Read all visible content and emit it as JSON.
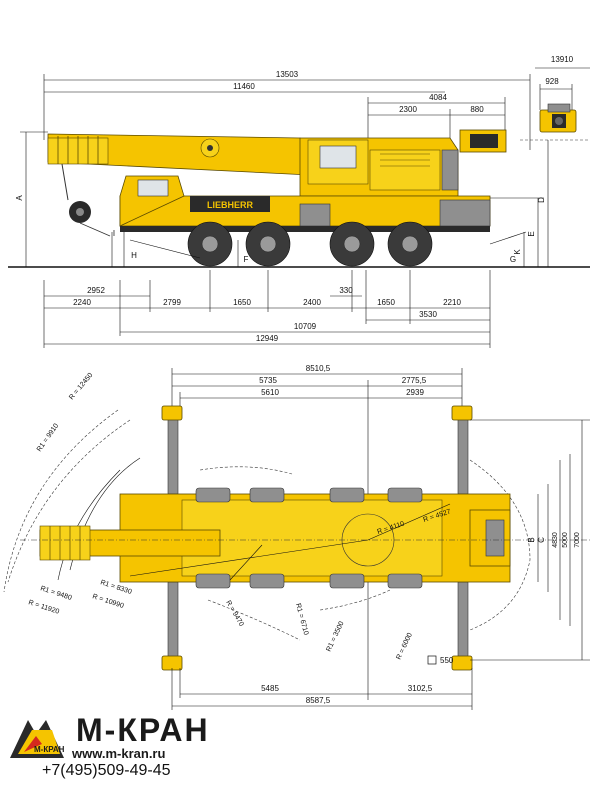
{
  "side_view": {
    "top_dims": [
      "13503",
      "11460",
      "4084",
      "2300",
      "880",
      "13910",
      "928"
    ],
    "letters": [
      "A",
      "D",
      "E",
      "K",
      "G",
      "H",
      "I",
      "F"
    ],
    "bottom_dims": {
      "row1": [
        "2952",
        "330"
      ],
      "row2": [
        "2240",
        "2799",
        "1650",
        "2400",
        "1650",
        "2210"
      ],
      "row3": [
        "3530"
      ],
      "row4": [
        "10709"
      ],
      "row5": [
        "12949"
      ]
    },
    "brand_on_crane": "LIEBHERR"
  },
  "top_view": {
    "top_dims": [
      "8510,5",
      "5735",
      "2775,5",
      "5610",
      "2939"
    ],
    "bottom_dims": [
      "5485",
      "3102,5",
      "8587,5"
    ],
    "right_dims": [
      "4830",
      "5000",
      "7000"
    ],
    "right_letters": [
      "B",
      "C"
    ],
    "radii": {
      "r1_9910": "R1 = 9910",
      "r_12450": "R = 12450",
      "r1_9480": "R1 = 9480",
      "r_11920": "R = 11920",
      "r1_8330": "R1 = 8330",
      "r_10990": "R = 10990",
      "r_9470": "R = 9470",
      "r1_6710": "R1 = 6710",
      "r1_3500": "R1 = 3500",
      "r_6000": "R = 6000",
      "r_4110": "R = 4110",
      "r_4527": "R = 4527"
    },
    "pad": "550"
  },
  "company": {
    "name": "М-КРАН",
    "url": "www.m-kran.ru",
    "phone": "+7(495)509-49-45",
    "logo_letters": "М-КРАН"
  },
  "colors": {
    "crane_yellow": "#f5c400",
    "dark": "#1a1a1a",
    "accent_red": "#d42a1e"
  }
}
